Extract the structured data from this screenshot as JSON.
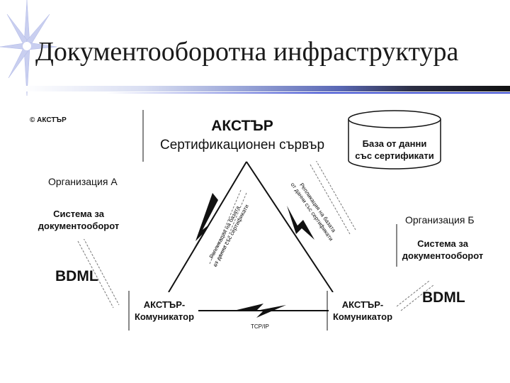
{
  "title": "Документооборотна инфраструктура",
  "logo_label": "© АКСТЪР",
  "server": {
    "line1": "АКСТЪР",
    "line2": "Сертификационен сървър"
  },
  "database": {
    "line1": "База от данни",
    "line2": "със сертификати"
  },
  "org_a": {
    "label": "Организация  А",
    "system_line1": "Система за",
    "system_line2": "документооборот",
    "bdml": "BDML"
  },
  "org_b": {
    "label": "Организация  Б",
    "system_line1": "Система за",
    "system_line2": "документооборот",
    "bdml": "BDML"
  },
  "communicator_left": {
    "line1": "АКСТЪР-",
    "line2": "Комуникатор"
  },
  "communicator_right": {
    "line1": "АКСТЪР-",
    "line2": "Комуникатор"
  },
  "link_bottom": "TCP/IP",
  "replication_left": {
    "line1": "Репликация на базата",
    "line2": "от данни със сертификати"
  },
  "replication_right": {
    "line1": "Репликация на базата",
    "line2": "от данни със сертификати"
  },
  "colors": {
    "accent_blue": "#3a4bd0",
    "star": "#c9cff0"
  }
}
